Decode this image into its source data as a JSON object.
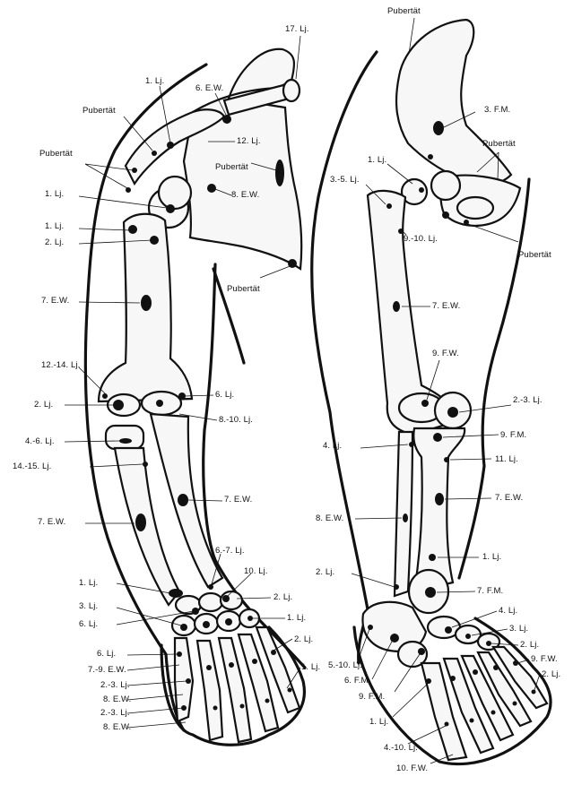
{
  "labels": {
    "arm": [
      {
        "key": "a1",
        "text": "17. Lj."
      },
      {
        "key": "a2",
        "text": "1. Lj."
      },
      {
        "key": "a3",
        "text": "6. E.W."
      },
      {
        "key": "a4",
        "text": "Pubertät"
      },
      {
        "key": "a5",
        "text": "12. Lj."
      },
      {
        "key": "a6",
        "text": "Pubertät"
      },
      {
        "key": "a7",
        "text": "Pubertät"
      },
      {
        "key": "a8",
        "text": "8. E.W."
      },
      {
        "key": "a9",
        "text": "1. Lj."
      },
      {
        "key": "a10",
        "text": "1. Lj."
      },
      {
        "key": "a11",
        "text": "2. Lj."
      },
      {
        "key": "a12",
        "text": "Pubertät"
      },
      {
        "key": "a13",
        "text": "7. E.W."
      },
      {
        "key": "a14",
        "text": "12.-14. Lj."
      },
      {
        "key": "a15",
        "text": "6. Lj."
      },
      {
        "key": "a16",
        "text": "2. Lj."
      },
      {
        "key": "a17",
        "text": "8.-10. Lj."
      },
      {
        "key": "a18",
        "text": "4.-6. Lj."
      },
      {
        "key": "a19",
        "text": "14.-15. Lj."
      },
      {
        "key": "a20",
        "text": "7. E.W."
      },
      {
        "key": "a21",
        "text": "7. E.W."
      },
      {
        "key": "a22",
        "text": "6.-7. Lj."
      },
      {
        "key": "a23",
        "text": "10. Lj."
      },
      {
        "key": "a24",
        "text": "1. Lj."
      },
      {
        "key": "a25",
        "text": "2. Lj."
      },
      {
        "key": "a26",
        "text": "3. Lj."
      },
      {
        "key": "a27",
        "text": "1. Lj."
      },
      {
        "key": "a28",
        "text": "6. Lj."
      },
      {
        "key": "a29",
        "text": "2. Lj."
      },
      {
        "key": "a30",
        "text": "6. Lj."
      },
      {
        "key": "a31",
        "text": "1. Lj."
      },
      {
        "key": "a32",
        "text": "7.-9. E.W."
      },
      {
        "key": "a33",
        "text": "2.-3. Lj."
      },
      {
        "key": "a34",
        "text": "8. E.W."
      },
      {
        "key": "a35",
        "text": "2.-3. Lj."
      },
      {
        "key": "a36",
        "text": "8. E.W."
      }
    ],
    "leg": [
      {
        "key": "l1",
        "text": "Pubertät"
      },
      {
        "key": "l2",
        "text": "3. F.M."
      },
      {
        "key": "l3",
        "text": "Pubertät"
      },
      {
        "key": "l4",
        "text": "1. Lj."
      },
      {
        "key": "l5",
        "text": "3.-5. Lj."
      },
      {
        "key": "l6",
        "text": "9.-10. Lj."
      },
      {
        "key": "l7",
        "text": "Pubertät"
      },
      {
        "key": "l8",
        "text": "7. E.W."
      },
      {
        "key": "l9",
        "text": "9. F.W."
      },
      {
        "key": "l10",
        "text": "2.-3. Lj."
      },
      {
        "key": "l11",
        "text": "9. F.M."
      },
      {
        "key": "l12",
        "text": "4. Lj."
      },
      {
        "key": "l13",
        "text": "11. Lj."
      },
      {
        "key": "l14",
        "text": "7. E.W."
      },
      {
        "key": "l15",
        "text": "8. E.W."
      },
      {
        "key": "l16",
        "text": "1. Lj."
      },
      {
        "key": "l17",
        "text": "2. Lj."
      },
      {
        "key": "l18",
        "text": "7. F.M."
      },
      {
        "key": "l19",
        "text": "4. Lj."
      },
      {
        "key": "l20",
        "text": "3. Lj."
      },
      {
        "key": "l21",
        "text": "2. Lj."
      },
      {
        "key": "l22",
        "text": "5.-10. Lj."
      },
      {
        "key": "l23",
        "text": "9. F.W."
      },
      {
        "key": "l24",
        "text": "6. F.M."
      },
      {
        "key": "l25",
        "text": "2. Lj."
      },
      {
        "key": "l26",
        "text": "9. F.M."
      },
      {
        "key": "l27",
        "text": "1. Lj."
      },
      {
        "key": "l28",
        "text": "4.-10. Lj."
      },
      {
        "key": "l29",
        "text": "10. F.W."
      }
    ]
  }
}
